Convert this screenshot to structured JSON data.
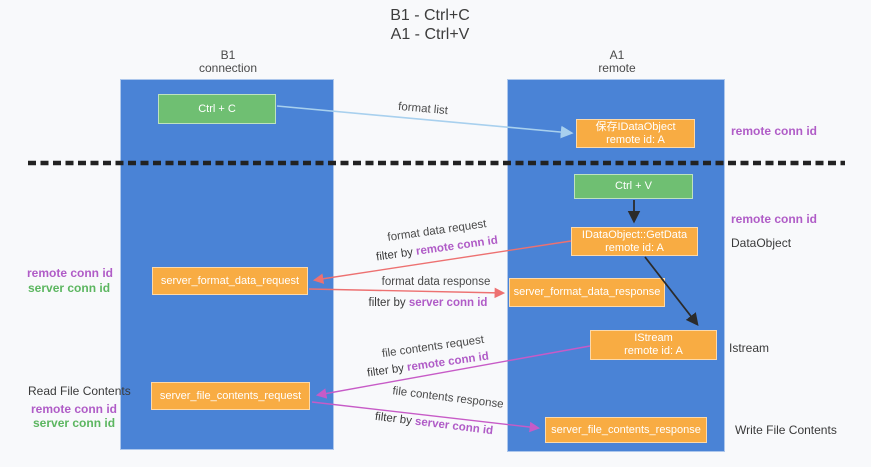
{
  "title": {
    "line1": "B1 - Ctrl+C",
    "line2": "A1 - Ctrl+V"
  },
  "columns": {
    "left": {
      "name": "B1",
      "role": "connection"
    },
    "right": {
      "name": "A1",
      "role": "remote"
    }
  },
  "boxes": {
    "ctrl_c": {
      "label": "Ctrl + C"
    },
    "save_idataobject": {
      "line1": "保存IDataObject",
      "line2": "remote id: A"
    },
    "ctrl_v": {
      "label": "Ctrl + V"
    },
    "getdata": {
      "line1": "IDataObject::GetData",
      "line2": "remote id: A"
    },
    "format_request": {
      "label": "server_format_data_request"
    },
    "format_response": {
      "label": "server_format_data_response"
    },
    "istream": {
      "line1": "IStream",
      "line2": "remote id: A"
    },
    "file_request": {
      "label": "server_file_contents_request"
    },
    "file_response": {
      "label": "server_file_contents_response"
    }
  },
  "arrows": {
    "format_list": {
      "label": "format list"
    },
    "format_data_request": {
      "label": "format data request",
      "filter_prefix": "filter by ",
      "filter_key": "remote conn id"
    },
    "format_data_response": {
      "label": "format data response",
      "filter_prefix": "filter by ",
      "filter_key": "server conn id"
    },
    "file_contents_request": {
      "label": "file contents request",
      "filter_prefix": "filter by ",
      "filter_key": "remote conn id"
    },
    "file_contents_response": {
      "label": "file contents response",
      "filter_prefix": "filter by ",
      "filter_key": "server conn id"
    }
  },
  "annotations": {
    "remote_conn_id_right_top": "remote conn id",
    "remote_conn_id_right_mid": "remote conn id",
    "dataobject": "DataObject",
    "istream": "Istream",
    "write_file_contents": "Write File Contents",
    "remote_conn_id_left_1": "remote conn id",
    "server_conn_id_left_1": "server conn id",
    "read_file_contents": "Read File Contents",
    "remote_conn_id_left_2": "remote conn id",
    "server_conn_id_left_2": "server conn id"
  },
  "colors": {
    "lifeline_blue": "#4a83d6",
    "box_green": "#6fbf72",
    "box_orange": "#f8ac43",
    "purple_text": "#b05cc7",
    "green_text": "#5cb660",
    "red_arrow": "#ed7171",
    "magenta_arrow": "#c75bc7",
    "light_blue_arrow": "#a8d0ee",
    "black_arrow": "#2b2b2b"
  }
}
